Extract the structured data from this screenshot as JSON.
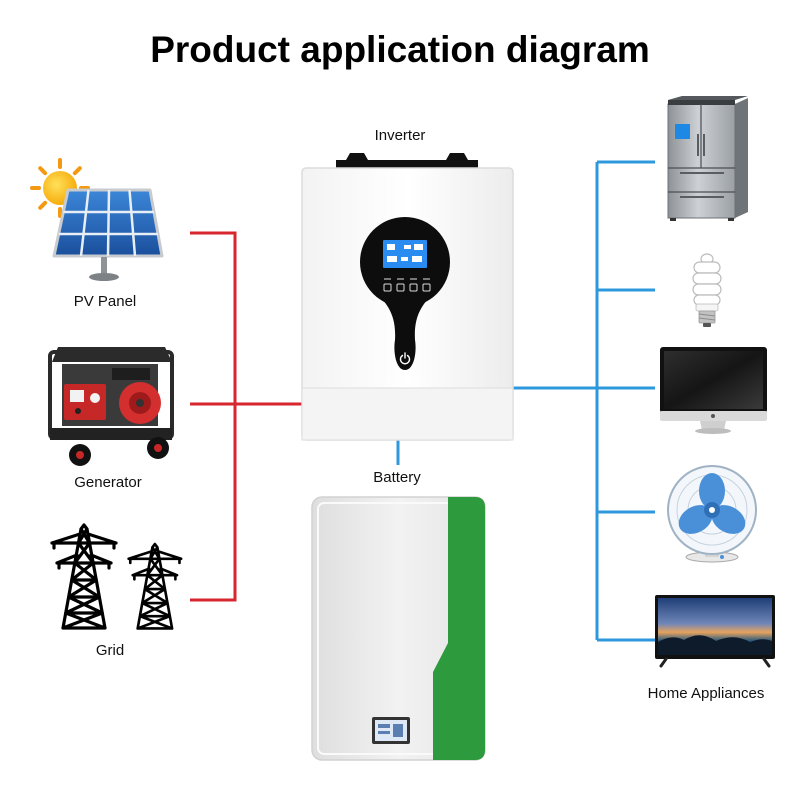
{
  "title": "Product application diagram",
  "inverter": {
    "label": "Inverter"
  },
  "battery": {
    "label": "Battery"
  },
  "sources": [
    {
      "label": "PV Panel",
      "icon": "solar-panel-icon"
    },
    {
      "label": "Generator",
      "icon": "generator-icon"
    },
    {
      "label": "Grid",
      "icon": "transmission-tower-icon"
    }
  ],
  "loads": {
    "label": "Home Appliances",
    "items": [
      {
        "icon": "refrigerator-icon"
      },
      {
        "icon": "light-bulb-icon"
      },
      {
        "icon": "monitor-icon"
      },
      {
        "icon": "fan-icon"
      },
      {
        "icon": "tv-icon"
      }
    ]
  },
  "colors": {
    "source_line": "#d7262d",
    "load_line": "#2d98db",
    "battery_accent": "#2e9a3e",
    "lcd_screen": "#2a8cf0"
  }
}
